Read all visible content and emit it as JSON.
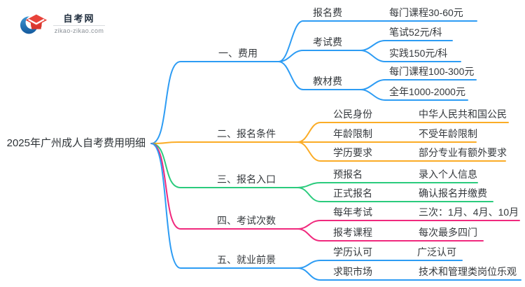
{
  "logo": {
    "title": "自考网",
    "domain": "zikao-zikao.com",
    "colors": {
      "crescent": "#1A6CB0",
      "cap": "#E2392F"
    }
  },
  "root": {
    "label": "2025年广州成人自考费用明细"
  },
  "text_color": "#34383c",
  "branches": [
    {
      "label": "一、费用",
      "color": "#2D9CF4",
      "children": [
        {
          "label": "报名费",
          "values": [
            "每门课程30-60元"
          ]
        },
        {
          "label": "考试费",
          "values": [
            "笔试52元/科",
            "实践150元/科"
          ]
        },
        {
          "label": "教材费",
          "values": [
            "每门课程100-300元",
            "全年1000-2000元"
          ]
        }
      ]
    },
    {
      "label": "二、报名条件",
      "color": "#FBAC26",
      "children": [
        {
          "label": "公民身份",
          "values": [
            "中华人民共和国公民"
          ]
        },
        {
          "label": "年龄限制",
          "values": [
            "不受年龄限制"
          ]
        },
        {
          "label": "学历要求",
          "values": [
            "部分专业有额外要求"
          ]
        }
      ]
    },
    {
      "label": "三、报名入口",
      "color": "#2BCB7D",
      "children": [
        {
          "label": "预报名",
          "values": [
            "录入个人信息"
          ]
        },
        {
          "label": "正式报名",
          "values": [
            "确认报名并缴费"
          ]
        }
      ]
    },
    {
      "label": "四、考试次数",
      "color": "#F0297D",
      "children": [
        {
          "label": "每年考试",
          "values": [
            "三次：1月、4月、10月"
          ]
        },
        {
          "label": "报考课程",
          "values": [
            "每次最多四门"
          ]
        }
      ]
    },
    {
      "label": "五、就业前景",
      "color": "#2D9CF4",
      "children": [
        {
          "label": "学历认可",
          "values": [
            "广泛认可"
          ]
        },
        {
          "label": "求职市场",
          "values": [
            "技术和管理类岗位乐观"
          ]
        }
      ]
    }
  ]
}
